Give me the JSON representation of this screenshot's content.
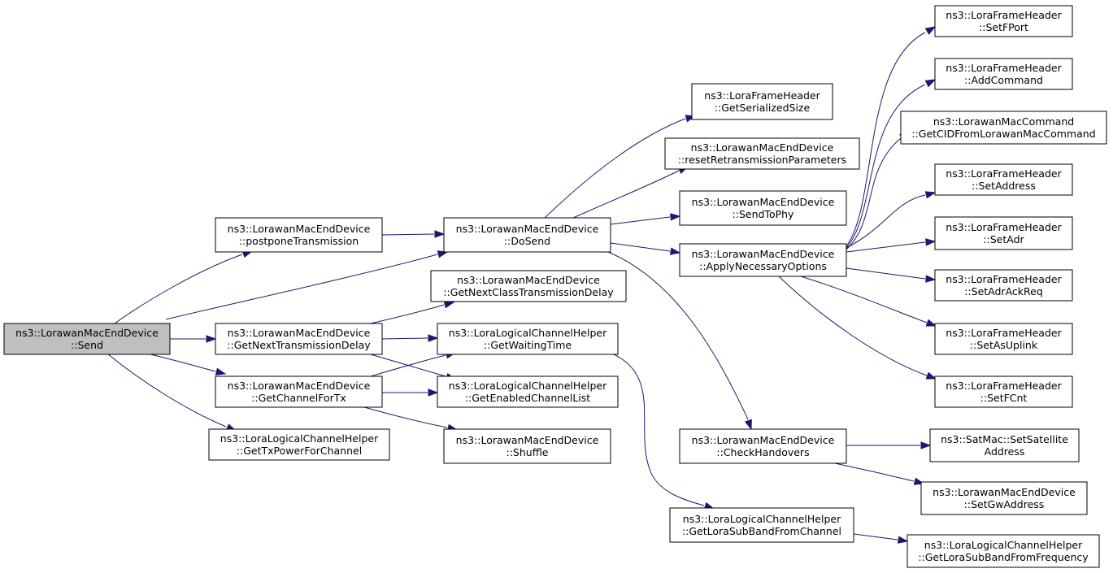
{
  "nodes": [
    {
      "id": "send",
      "lines": [
        "ns3::LorawanMacEndDevice",
        "::Send"
      ],
      "root": true
    },
    {
      "id": "postpone",
      "lines": [
        "ns3::LorawanMacEndDevice",
        "::postponeTransmission"
      ]
    },
    {
      "id": "getnexttx",
      "lines": [
        "ns3::LorawanMacEndDevice",
        "::GetNextTransmissionDelay"
      ]
    },
    {
      "id": "getchannelfortx",
      "lines": [
        "ns3::LorawanMacEndDevice",
        "::GetChannelForTx"
      ]
    },
    {
      "id": "gettxpower",
      "lines": [
        "ns3::LoraLogicalChannelHelper",
        "::GetTxPowerForChannel"
      ]
    },
    {
      "id": "dosend",
      "lines": [
        "ns3::LorawanMacEndDevice",
        "::DoSend"
      ]
    },
    {
      "id": "getnextclass",
      "lines": [
        "ns3::LorawanMacEndDevice",
        "::GetNextClassTransmissionDelay"
      ]
    },
    {
      "id": "getwaiting",
      "lines": [
        "ns3::LoraLogicalChannelHelper",
        "::GetWaitingTime"
      ]
    },
    {
      "id": "getenabled",
      "lines": [
        "ns3::LoraLogicalChannelHelper",
        "::GetEnabledChannelList"
      ]
    },
    {
      "id": "shuffle",
      "lines": [
        "ns3::LorawanMacEndDevice",
        "::Shuffle"
      ]
    },
    {
      "id": "getserialized",
      "lines": [
        "ns3::LoraFrameHeader",
        "::GetSerializedSize"
      ]
    },
    {
      "id": "resetretx",
      "lines": [
        "ns3::LorawanMacEndDevice",
        "::resetRetransmissionParameters"
      ]
    },
    {
      "id": "sendtophy",
      "lines": [
        "ns3::LorawanMacEndDevice",
        "::SendToPhy"
      ]
    },
    {
      "id": "applyopts",
      "lines": [
        "ns3::LorawanMacEndDevice",
        "::ApplyNecessaryOptions"
      ]
    },
    {
      "id": "checkhandovers",
      "lines": [
        "ns3::LorawanMacEndDevice",
        "::CheckHandovers"
      ]
    },
    {
      "id": "getlorasubband",
      "lines": [
        "ns3::LoraLogicalChannelHelper",
        "::GetLoraSubBandFromChannel"
      ]
    },
    {
      "id": "setfport",
      "lines": [
        "ns3::LoraFrameHeader",
        "::SetFPort"
      ]
    },
    {
      "id": "addcommand",
      "lines": [
        "ns3::LoraFrameHeader",
        "::AddCommand"
      ]
    },
    {
      "id": "getcid",
      "lines": [
        "ns3::LorawanMacCommand",
        "::GetCIDFromLorawanMacCommand"
      ]
    },
    {
      "id": "setaddress",
      "lines": [
        "ns3::LoraFrameHeader",
        "::SetAddress"
      ]
    },
    {
      "id": "setadr",
      "lines": [
        "ns3::LoraFrameHeader",
        "::SetAdr"
      ]
    },
    {
      "id": "setadrackreq",
      "lines": [
        "ns3::LoraFrameHeader",
        "::SetAdrAckReq"
      ]
    },
    {
      "id": "setasuplink",
      "lines": [
        "ns3::LoraFrameHeader",
        "::SetAsUplink"
      ]
    },
    {
      "id": "setfcnt",
      "lines": [
        "ns3::LoraFrameHeader",
        "::SetFCnt"
      ]
    },
    {
      "id": "setsatellite",
      "lines": [
        "ns3::SatMac::SetSatellite",
        "Address"
      ]
    },
    {
      "id": "setgwaddress",
      "lines": [
        "ns3::LorawanMacEndDevice",
        "::SetGwAddress"
      ]
    },
    {
      "id": "getlorasubbandfreq",
      "lines": [
        "ns3::LoraLogicalChannelHelper",
        "::GetLoraSubBandFromFrequency"
      ]
    }
  ],
  "edges": [
    {
      "from": "send",
      "to": "postpone"
    },
    {
      "from": "send",
      "to": "dosend"
    },
    {
      "from": "send",
      "to": "getnexttx"
    },
    {
      "from": "send",
      "to": "getchannelfortx"
    },
    {
      "from": "send",
      "to": "gettxpower"
    },
    {
      "from": "postpone",
      "to": "dosend"
    },
    {
      "from": "getnexttx",
      "to": "getnextclass"
    },
    {
      "from": "getnexttx",
      "to": "getwaiting"
    },
    {
      "from": "getnexttx",
      "to": "getenabled"
    },
    {
      "from": "getchannelfortx",
      "to": "getwaiting"
    },
    {
      "from": "getchannelfortx",
      "to": "getenabled"
    },
    {
      "from": "getchannelfortx",
      "to": "shuffle"
    },
    {
      "from": "dosend",
      "to": "getserialized"
    },
    {
      "from": "dosend",
      "to": "resetretx"
    },
    {
      "from": "dosend",
      "to": "sendtophy"
    },
    {
      "from": "dosend",
      "to": "applyopts"
    },
    {
      "from": "dosend",
      "to": "checkhandovers"
    },
    {
      "from": "getwaiting",
      "to": "getlorasubband"
    },
    {
      "from": "applyopts",
      "to": "setfport"
    },
    {
      "from": "applyopts",
      "to": "addcommand"
    },
    {
      "from": "applyopts",
      "to": "getcid"
    },
    {
      "from": "applyopts",
      "to": "setaddress"
    },
    {
      "from": "applyopts",
      "to": "setadr"
    },
    {
      "from": "applyopts",
      "to": "setadrackreq"
    },
    {
      "from": "applyopts",
      "to": "setasuplink"
    },
    {
      "from": "applyopts",
      "to": "setfcnt"
    },
    {
      "from": "checkhandovers",
      "to": "setsatellite"
    },
    {
      "from": "checkhandovers",
      "to": "setgwaddress"
    },
    {
      "from": "getlorasubband",
      "to": "getlorasubbandfreq"
    }
  ],
  "colors": {
    "edge": "#191970",
    "root_fill": "#bfbfbf",
    "node_fill": "#ffffff",
    "border": "#000000"
  }
}
